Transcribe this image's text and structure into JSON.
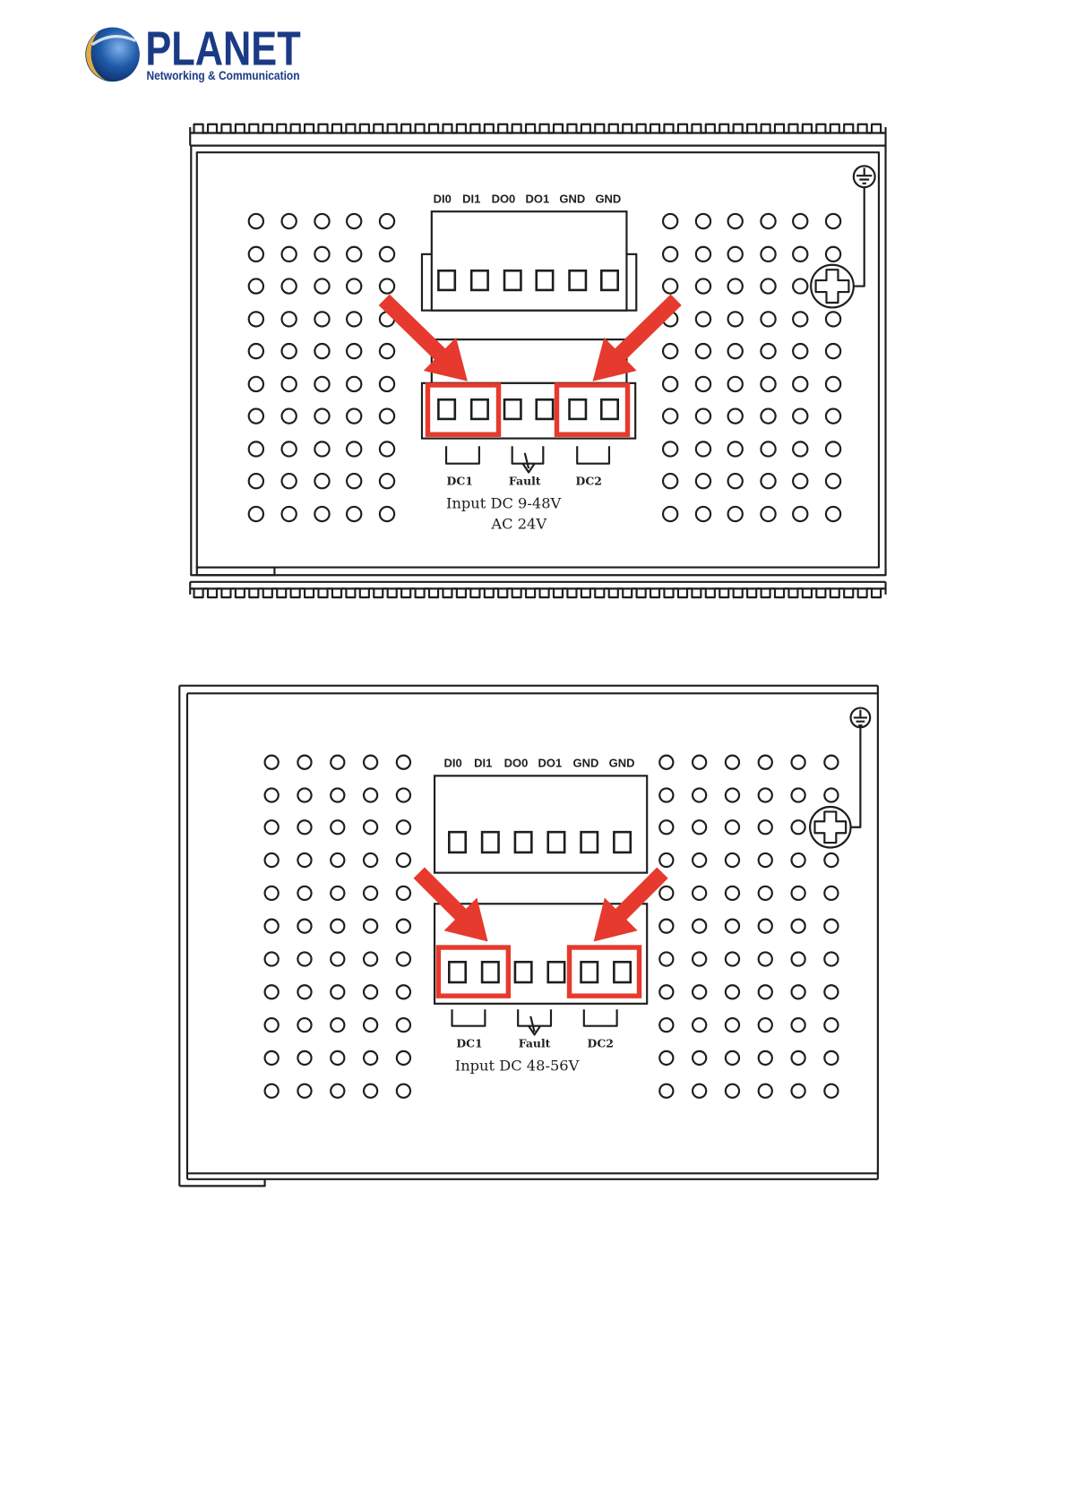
{
  "header": {
    "logo_text": "PLANET",
    "logo_tagline": "Networking & Communication"
  },
  "diagrams": [
    {
      "io_labels": [
        "DI0",
        "DI1",
        "DO0",
        "DO1",
        "GND",
        "GND"
      ],
      "power_labels": [
        "DC1",
        "Fault",
        "DC2"
      ],
      "input_line1": "Input DC 9-48V",
      "input_line2": "AC 24V"
    },
    {
      "io_labels": [
        "DI0",
        "DI1",
        "DO0",
        "DO1",
        "GND",
        "GND"
      ],
      "power_labels": [
        "DC1",
        "Fault",
        "DC2"
      ],
      "input_line1": "Input DC 48-56V"
    }
  ],
  "colors": {
    "ink": "#1e1e1e",
    "highlight": "#e53a2d",
    "logo_text": "#1b3a86",
    "globe": "#1f5aa8",
    "globe_accent": "#e2ad3e"
  }
}
